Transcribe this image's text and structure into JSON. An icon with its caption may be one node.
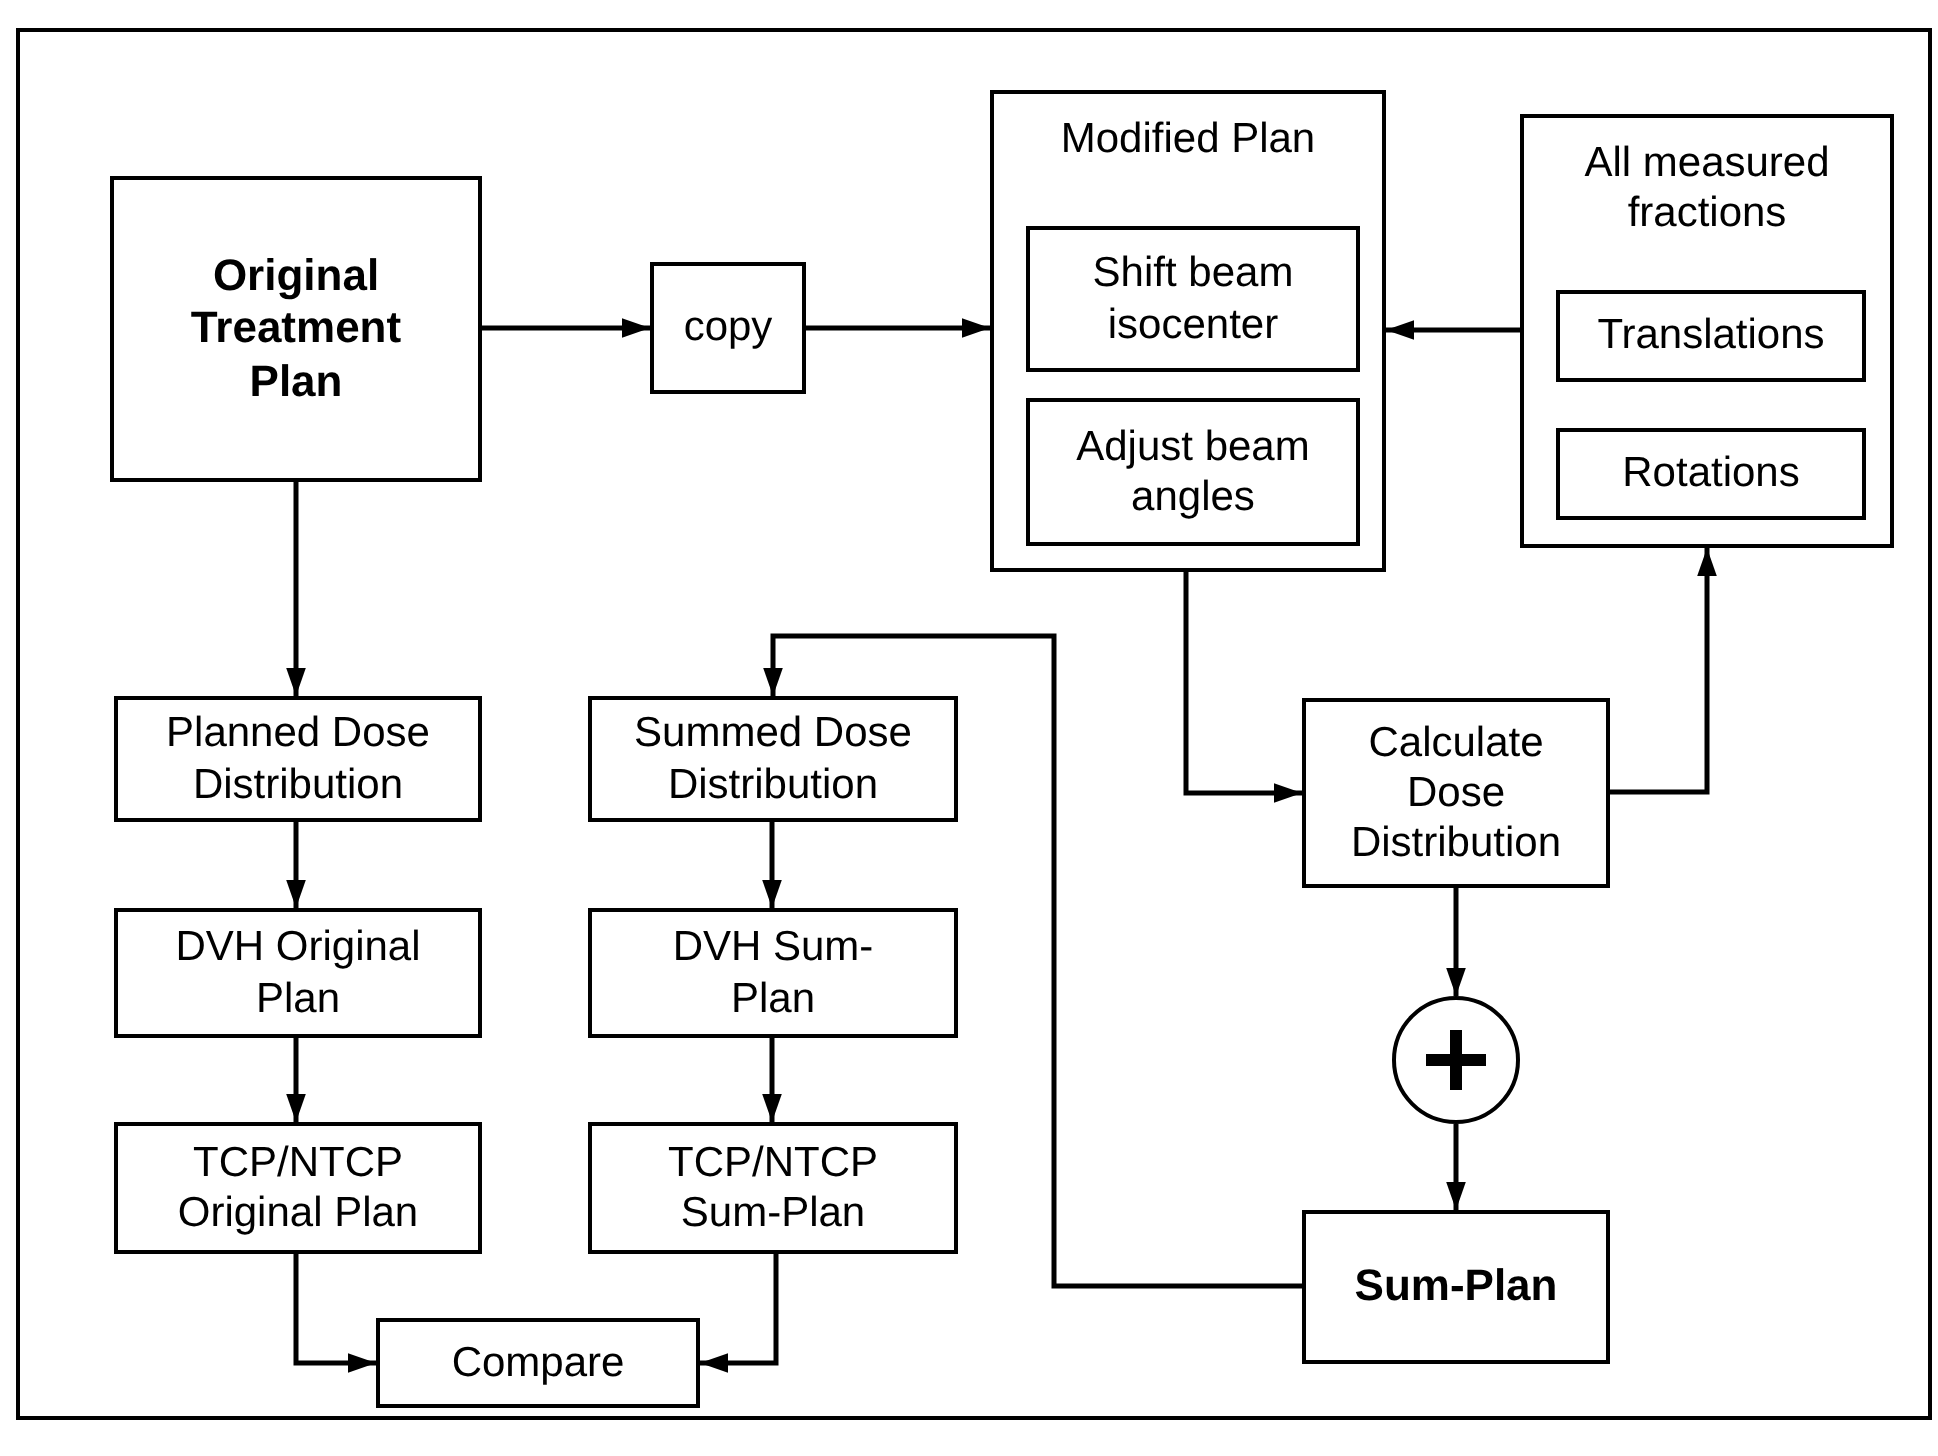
{
  "diagram": {
    "nodes": [
      {
        "text": [
          "Original Treatment Plan"
        ]
      },
      {
        "text": [
          "copy"
        ]
      },
      {
        "text": [
          "Modified Plan"
        ]
      },
      {
        "text": [
          "Shift beam isocenter"
        ],
        "in": 2
      },
      {
        "text": [
          "Adjust beam angles"
        ],
        "in": 2
      },
      {
        "text": [
          "All measured fractions"
        ]
      },
      {
        "text": [
          "Translations"
        ],
        "in": 5
      },
      {
        "text": [
          "Rotations"
        ],
        "in": 5
      },
      {
        "text": [
          "Planned Dose Distribution"
        ]
      },
      {
        "text": [
          "Summed Dose Distribution"
        ]
      },
      {
        "text": [
          "Calculate Dose Distribution"
        ]
      },
      {
        "text": [
          "DVH Original Plan"
        ]
      },
      {
        "text": [
          "DVH Sum-Plan"
        ]
      },
      {
        "text": [],
        "shape": "circle"
      },
      {
        "text": [
          "TCP/NTCP Original Plan"
        ]
      },
      {
        "text": [
          "TCP/NTCP Sum-Plan"
        ]
      },
      {
        "text": [
          "Sum-Plan"
        ]
      },
      {
        "text": [
          "Compare"
        ]
      }
    ],
    "edges": [
      {
        "from": 0,
        "to": 1,
        "arrow": "to"
      },
      {
        "from": 1,
        "to": 2,
        "arrow": "to"
      },
      {
        "from": 5,
        "to": 2,
        "arrow": "to"
      },
      {
        "from": 0,
        "to": 8,
        "arrow": "to"
      },
      {
        "from": 2,
        "to": 10,
        "arrow": "to"
      },
      {
        "from": 10,
        "to": 5,
        "arrow": "to"
      },
      {
        "from": 10,
        "to": 13,
        "arrow": "to"
      },
      {
        "from": 13,
        "to": 16,
        "arrow": "to"
      },
      {
        "from": 16,
        "to": 9,
        "arrow": "to"
      },
      {
        "from": 8,
        "to": 11,
        "arrow": "to"
      },
      {
        "from": 11,
        "to": 14,
        "arrow": "to"
      },
      {
        "from": 9,
        "to": 12,
        "arrow": "to"
      },
      {
        "from": 12,
        "to": 15,
        "arrow": "to"
      },
      {
        "from": 14,
        "to": 17,
        "arrow": "to"
      },
      {
        "from": 15,
        "to": 17,
        "arrow": "to"
      }
    ]
  }
}
